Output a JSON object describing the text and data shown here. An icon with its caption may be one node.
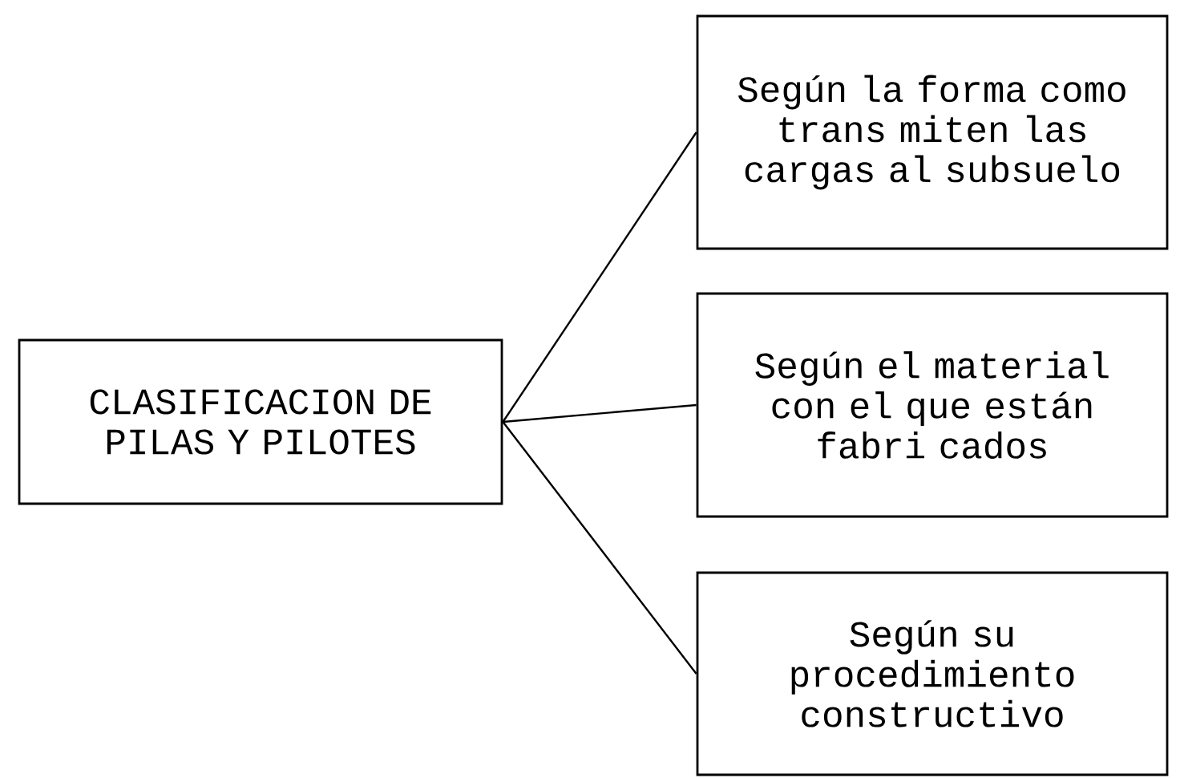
{
  "diagram": {
    "nodes": [
      {
        "text": [
          "CLASIFICACION DE PILAS Y PILOTES"
        ]
      },
      {
        "text": [
          "Según la forma como trans miten las cargas al subsuelo"
        ]
      },
      {
        "text": [
          "Según el material con el que están fabri cados"
        ]
      },
      {
        "text": [
          "Según su procedimiento constructivo"
        ]
      }
    ],
    "edges": [
      {
        "from": 0,
        "to": 1,
        "arrow": "none"
      },
      {
        "from": 0,
        "to": 2,
        "arrow": "none"
      },
      {
        "from": 0,
        "to": 3,
        "arrow": "none"
      }
    ]
  }
}
